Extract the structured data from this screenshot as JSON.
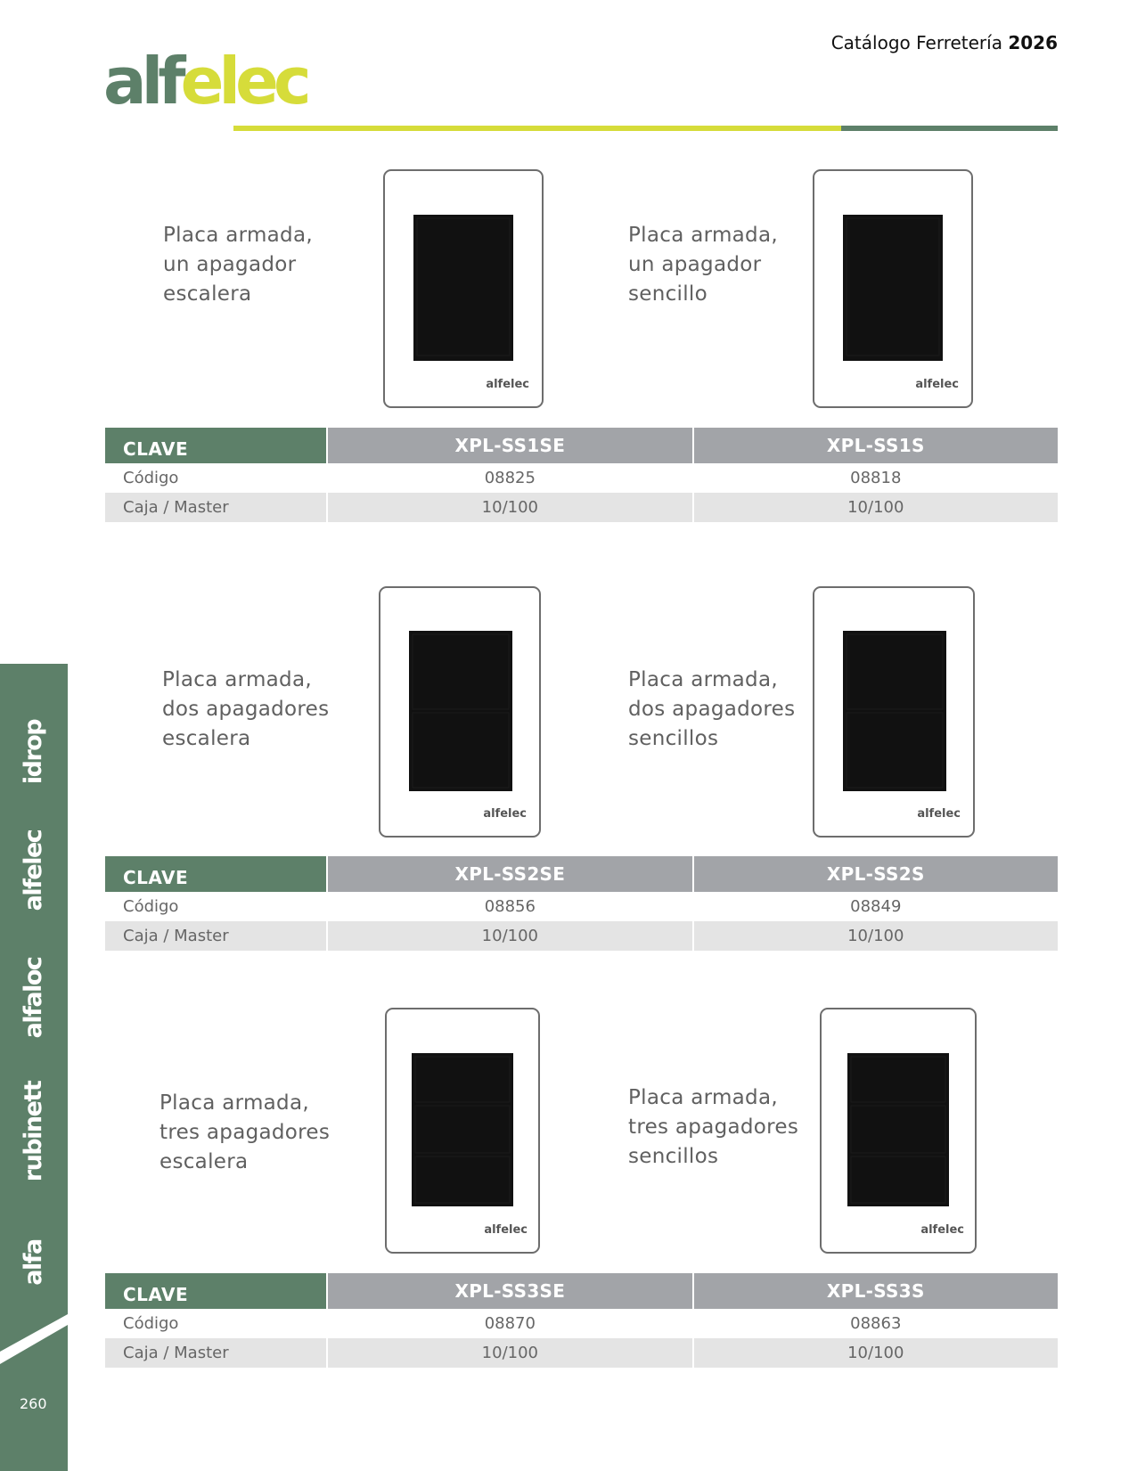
{
  "header": {
    "logo_text": "alfelec",
    "catalog_title_prefix": "Catálogo Ferretería",
    "catalog_year": "2026"
  },
  "colors": {
    "brand_green": "#5d8069",
    "brand_yellow": "#d6dc3a",
    "table_gray": "#a2a4a8",
    "row_gray": "#e4e4e4"
  },
  "products": [
    {
      "lines": [
        "Placa armada,",
        "un apagador",
        "escalera"
      ],
      "plate_brand": "alfelec",
      "switches": 1
    },
    {
      "lines": [
        "Placa armada,",
        "un apagador",
        "sencillo"
      ],
      "plate_brand": "alfelec",
      "switches": 1
    },
    {
      "lines": [
        "Placa armada,",
        "dos apagadores",
        "escalera"
      ],
      "plate_brand": "alfelec",
      "switches": 2
    },
    {
      "lines": [
        "Placa armada,",
        "dos apagadores",
        "sencillos"
      ],
      "plate_brand": "alfelec",
      "switches": 2
    },
    {
      "lines": [
        "Placa armada,",
        "tres apagadores",
        "escalera"
      ],
      "plate_brand": "alfelec",
      "switches": 3
    },
    {
      "lines": [
        "Placa armada,",
        "tres apagadores",
        "sencillos"
      ],
      "plate_brand": "alfelec",
      "switches": 3
    }
  ],
  "tables": [
    {
      "clave": "CLAVE",
      "codigo_label": "Código",
      "caja_label": "Caja / Master",
      "items": [
        {
          "key": "XPL-SS1SE",
          "codigo": "08825",
          "caja": "10/100"
        },
        {
          "key": "XPL-SS1S",
          "codigo": "08818",
          "caja": "10/100"
        }
      ]
    },
    {
      "clave": "CLAVE",
      "codigo_label": "Código",
      "caja_label": "Caja / Master",
      "items": [
        {
          "key": "XPL-SS2SE",
          "codigo": "08856",
          "caja": "10/100"
        },
        {
          "key": "XPL-SS2S",
          "codigo": "08849",
          "caja": "10/100"
        }
      ]
    },
    {
      "clave": "CLAVE",
      "codigo_label": "Código",
      "caja_label": "Caja / Master",
      "items": [
        {
          "key": "XPL-SS3SE",
          "codigo": "08870",
          "caja": "10/100"
        },
        {
          "key": "XPL-SS3S",
          "codigo": "08863",
          "caja": "10/100"
        }
      ]
    }
  ],
  "sidebar": {
    "brands": [
      "idrop",
      "alfelec",
      "alfaloc",
      "rubinett",
      "alfa"
    ],
    "page_number": "260"
  }
}
